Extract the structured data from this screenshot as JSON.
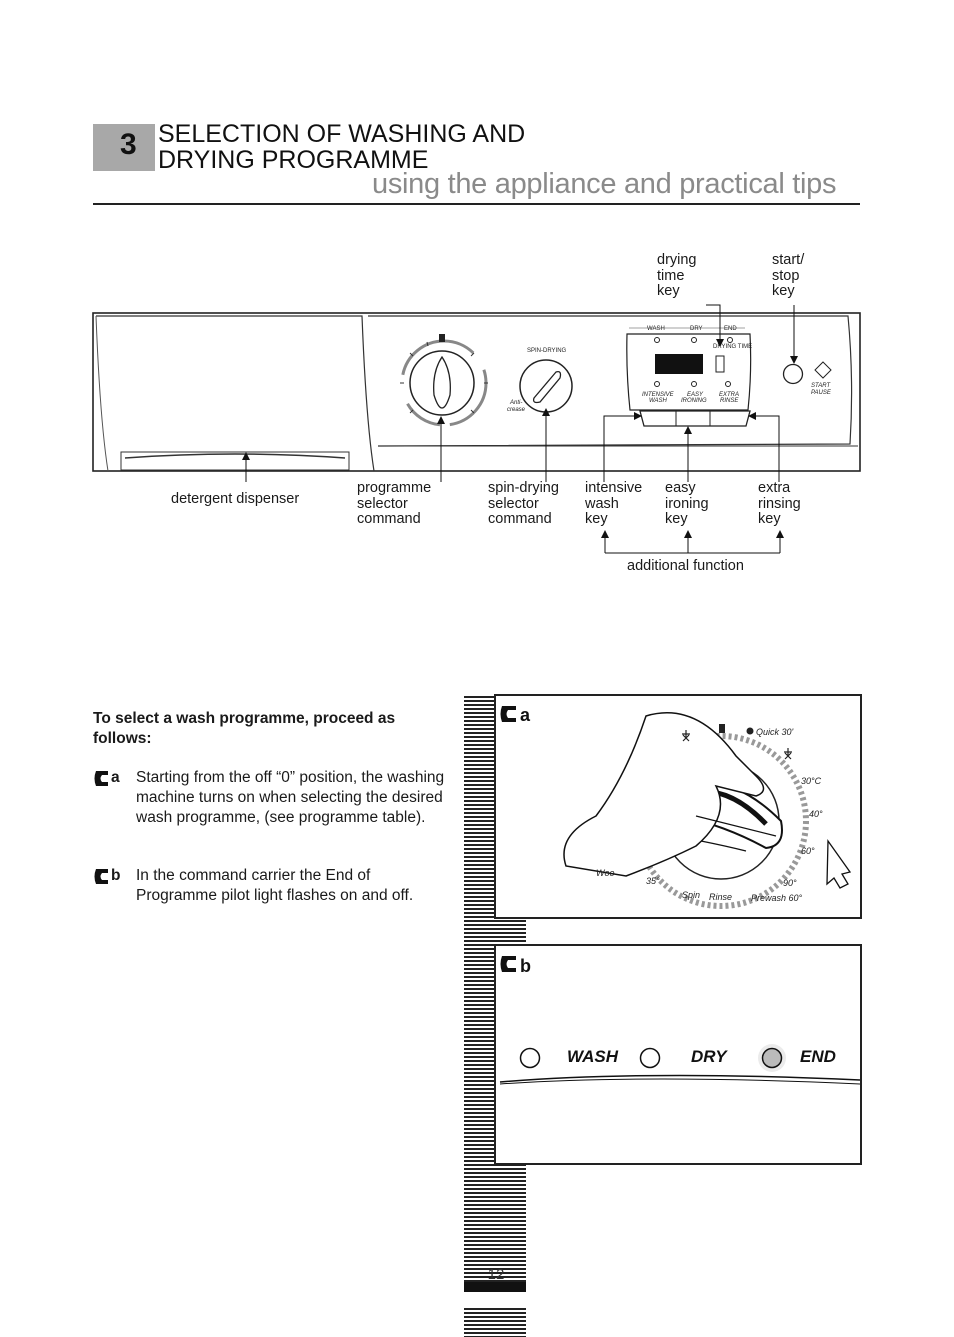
{
  "header": {
    "section_number": "3",
    "title_line1": "SELECTION OF WASHING AND",
    "title_line2": "DRYING PROGRAMME",
    "subtitle": "using the appliance and practical tips"
  },
  "panel": {
    "mini_labels": {
      "wash": "WASH",
      "dry": "DRY",
      "end": "END",
      "drying_time": "DRYING TIME",
      "spin_drying": "SPIN-DRYING",
      "anti": "Anti-",
      "crease": "crease",
      "intensive": "INTENSIVE",
      "wash2": "WASH",
      "easy": "EASY",
      "ironing": "IRONING",
      "extra": "EXTRA",
      "rinse": "RINSE",
      "start": "START",
      "pause": "PAUSE"
    },
    "callouts": {
      "drying_time_key": [
        "drying",
        "time",
        "key"
      ],
      "start_stop_key": [
        "start/",
        "stop",
        "key"
      ],
      "detergent_dispenser": "detergent dispenser",
      "programme_selector": [
        "programme",
        "selector",
        "command"
      ],
      "spin_drying_selector": [
        "spin-drying",
        "selector",
        "command"
      ],
      "intensive_wash_key": [
        "intensive",
        "wash",
        "key"
      ],
      "easy_ironing_key": [
        "easy",
        "ironing",
        "key"
      ],
      "extra_rinsing_key": [
        "extra",
        "rinsing",
        "key"
      ],
      "additional_function": "additional function"
    }
  },
  "instructions": {
    "intro": "To select a wash programme, proceed as follows:",
    "steps": [
      {
        "letter": "a",
        "text": "Starting from the off “0” position, the washing machine turns on when selecting the desired wash programme, (see programme table)."
      },
      {
        "letter": "b",
        "text": "In the command carrier the End of Programme pilot light flashes on and off."
      }
    ]
  },
  "figure_a": {
    "label": "a",
    "dial_labels": {
      "quick": "Quick 30'",
      "t30": "30°C",
      "t40": "40°",
      "t60": "60°",
      "t90": "90°",
      "prewash": "Prewash 60°",
      "rinse": "Rinse",
      "spin": "Spin",
      "t35": "35°",
      "wool": "Woo"
    }
  },
  "figure_b": {
    "label": "b",
    "indicators": [
      "WASH",
      "DRY",
      "END"
    ]
  },
  "footer": {
    "page_number": "12"
  },
  "colors": {
    "section_tab": "#a8a8a8",
    "subtitle": "#8a8a8a",
    "outline": "#222222"
  }
}
